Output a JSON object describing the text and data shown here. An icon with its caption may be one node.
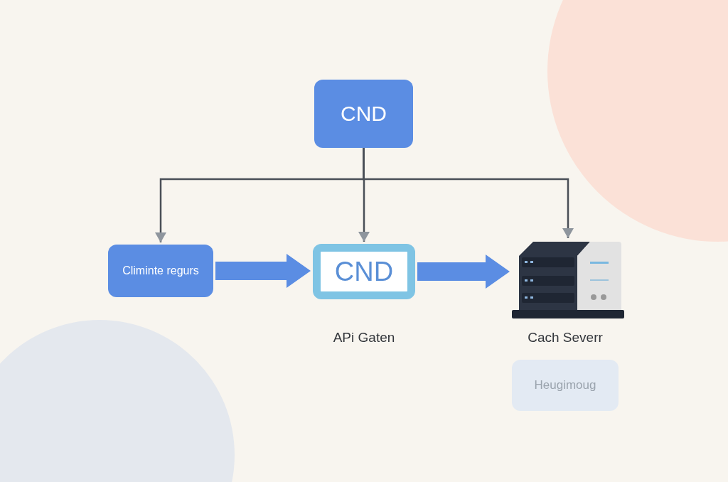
{
  "diagram": {
    "nodes": [
      {
        "text": [
          "CND"
        ]
      },
      {
        "text": [
          "Climinte regurs"
        ]
      },
      {
        "text": [
          "CND"
        ],
        "beside": [
          "APi Gaten"
        ]
      },
      {
        "text": [],
        "shape": "picture",
        "beside": [
          "Cach Severr"
        ]
      },
      {
        "text": [
          "Heugimoug"
        ]
      }
    ],
    "edges": [
      {
        "from": 0,
        "to": 1,
        "arrow": "to"
      },
      {
        "from": 0,
        "to": 2,
        "arrow": "to"
      },
      {
        "from": 0,
        "to": 3,
        "arrow": "to"
      },
      {
        "from": 1,
        "to": 2,
        "arrow": "to",
        "style": "thick",
        "color": "#5b8de3"
      },
      {
        "from": 2,
        "to": 3,
        "arrow": "to",
        "style": "thick",
        "color": "#5b8de3"
      }
    ]
  }
}
